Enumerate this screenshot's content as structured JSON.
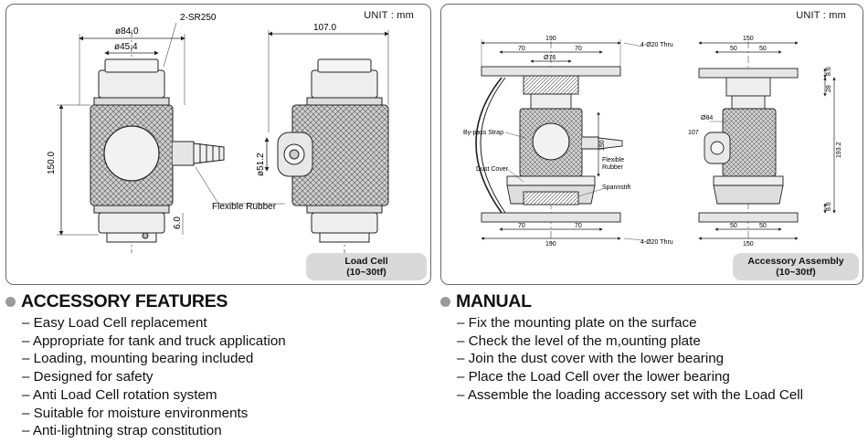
{
  "left_panel": {
    "unit": "UNIT : mm",
    "caption_line1": "Load Cell",
    "caption_line2": "(10~30tf)",
    "labels": {
      "dia84": "ø84.0",
      "dia45": "ø45.4",
      "sr": "2-SR250",
      "w107": "107.0",
      "h150": "150.0",
      "dia51": "ø51.2",
      "h6": "6.0",
      "flex": "Flexible Rubber"
    }
  },
  "right_panel": {
    "unit": "UNIT : mm",
    "caption_line1": "Accessory Assembly",
    "caption_line2": "(10~30tf)",
    "labels": {
      "w190_top": "190",
      "w70a": "70",
      "w70b": "70",
      "thru_top": "4-Ø20 Thru",
      "d76": "Ø76",
      "bypass": "By-pass Strap",
      "h150": "150",
      "flex1": "Flexible",
      "flex2": "Rubber",
      "dust": "Dust Cover",
      "spann": "Spannstift",
      "w70c": "70",
      "w70d": "70",
      "w190_bot": "190",
      "thru_bot": "4-Ø20 Thru",
      "s150_top": "150",
      "s50a": "50",
      "s50b": "50",
      "d84": "Ø84",
      "d107": "107",
      "v86a": "8.6",
      "v28": "28",
      "v193": "193.2",
      "v86b": "8.6",
      "s50c": "50",
      "s50d": "50",
      "s150_bot": "150"
    }
  },
  "accessory_features": {
    "title": "ACCESSORY FEATURES",
    "items": [
      "Easy Load Cell replacement",
      "Appropriate for tank and truck application",
      "Loading, mounting bearing included",
      "Designed for safety",
      "Anti Load Cell rotation system",
      "Suitable for moisture environments",
      "Anti-lightning strap constitution"
    ]
  },
  "manual": {
    "title": "MANUAL",
    "items": [
      "Fix the mounting plate on the surface",
      "Check the level of the m,ounting plate",
      "Join the dust cover with the lower bearing",
      "Place the Load Cell over the lower bearing",
      "Assemble the loading accessory set with the Load Cell"
    ]
  }
}
